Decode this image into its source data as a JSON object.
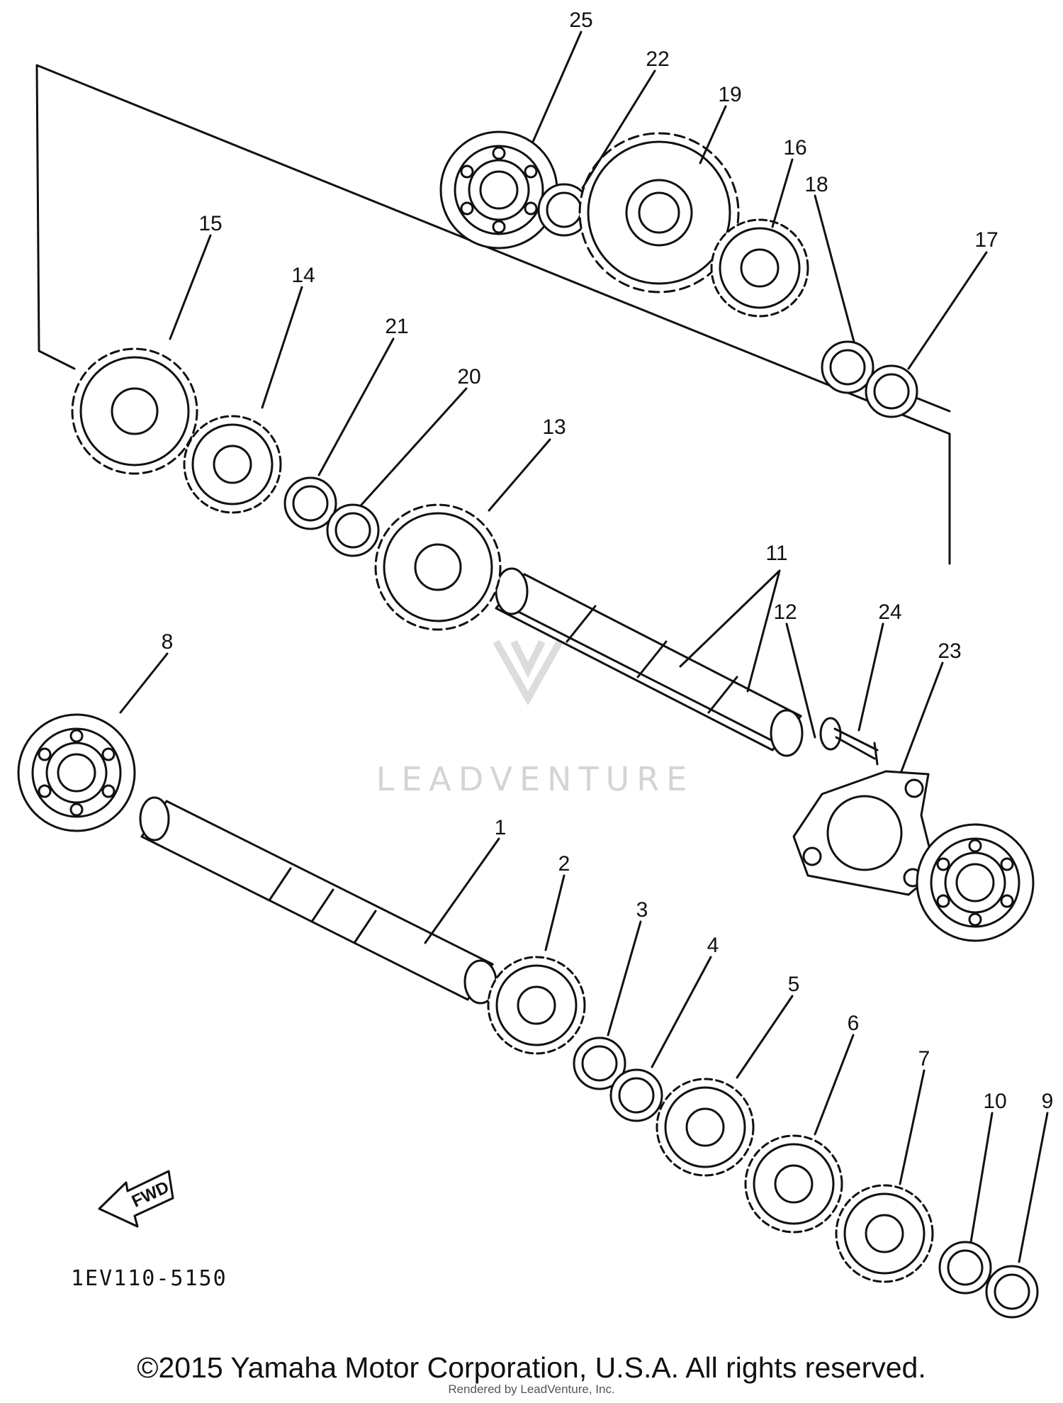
{
  "diagram": {
    "diagram_code": "1EV110-5150",
    "direction_label": "FWD",
    "watermark": "LEADVENTURE",
    "copyright": "©2015 Yamaha Motor Corporation, U.S.A. All rights reserved.",
    "rendered_by": "Rendered by LeadVenture, Inc.",
    "callouts": [
      "25",
      "22",
      "19",
      "16",
      "18",
      "17",
      "15",
      "14",
      "21",
      "20",
      "13",
      "11",
      "12",
      "24",
      "23",
      "8",
      "1",
      "2",
      "3",
      "4",
      "5",
      "6",
      "7",
      "10",
      "9"
    ]
  }
}
